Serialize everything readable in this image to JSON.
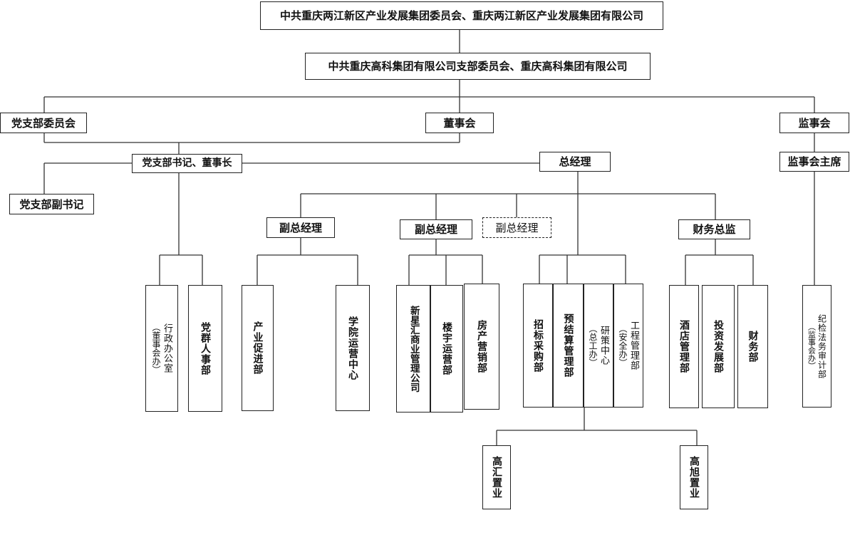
{
  "nodes": {
    "group_company": "中共重庆两江新区产业发展集团委员会、重庆两江新区产业发展集团有限公司",
    "gaoke_company": "中共重庆高科集团有限公司支部委员会、重庆高科集团有限公司",
    "party_committee": "党支部委员会",
    "board": "董事会",
    "supervisory_board": "监事会",
    "secretary_chairman": "党支部书记、董事长",
    "general_manager": "总经理",
    "supervisory_chair": "监事会主席",
    "deputy_secretary": "党支部副书记",
    "vp1": "副总经理",
    "vp2": "副总经理",
    "vp3": "副总经理",
    "cfo": "财务总监"
  },
  "departments": {
    "admin_office": [
      "行政办公室",
      "（董事会办）"
    ],
    "party_hr": [
      "党群人事部"
    ],
    "industry_promotion": [
      "产业促进部"
    ],
    "academy_ops": [
      "学院运营中心"
    ],
    "xinxinghui": [
      "新星汇商业管理公司"
    ],
    "building_ops": [
      "楼宇运营部"
    ],
    "real_estate_sales": [
      "房产营销部"
    ],
    "procurement": [
      "招标采购部"
    ],
    "budget_settlement": [
      "预结算管理部"
    ],
    "research_center": [
      "研策中心",
      "（总工办）"
    ],
    "engineering": [
      "工程管理部",
      "（安全办）"
    ],
    "hotel": [
      "酒店管理部"
    ],
    "investment": [
      "投资发展部"
    ],
    "finance": [
      "财务部"
    ],
    "discipline_law": [
      "纪检法务审计部",
      "（监事会办）"
    ],
    "gaohui": [
      "高汇置业"
    ],
    "gaoxu": [
      "高旭置业"
    ]
  }
}
